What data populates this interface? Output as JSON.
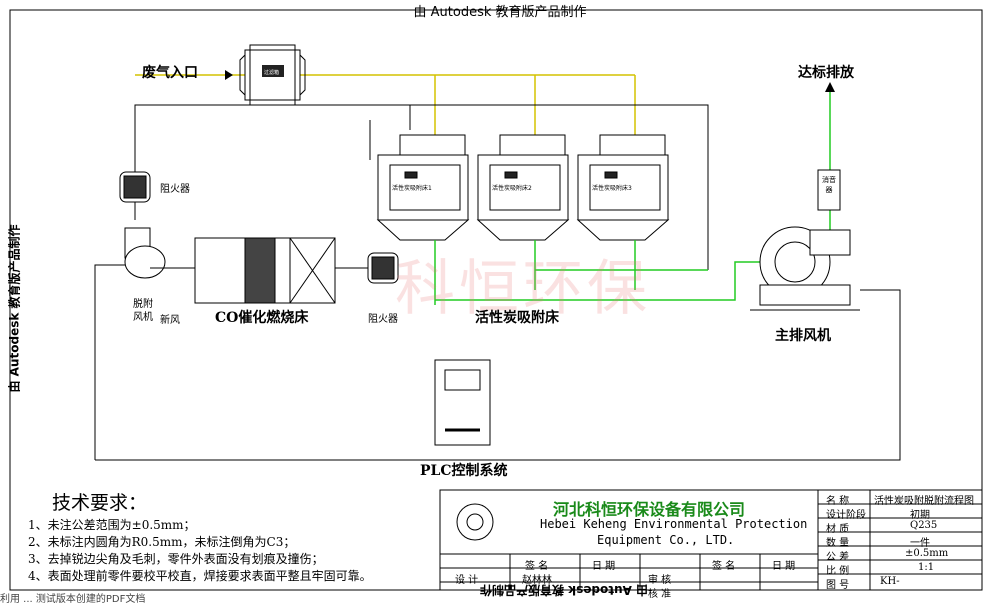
{
  "watermark": "由 Autodesk 教育版产品制作",
  "labels": {
    "inlet": "废气入口",
    "outlet": "达标排放",
    "flame_arrester_1": "阻火器",
    "flame_arrester_2": "阻火器",
    "desorption_fan": "脱附\n风机",
    "fresh_air": "新风",
    "co_bed": "CO催化燃烧床",
    "carbon_bed": "活性炭吸附床",
    "main_fan": "主排风机",
    "plc": "PLC控制系统",
    "filter_box": "过滤箱",
    "silencer": "消音器",
    "bed_1": "活性炭吸附床1",
    "bed_2": "活性炭吸附床2",
    "bed_3": "活性炭吸附床3",
    "bg_logo": "科恒环保"
  },
  "requirements": {
    "title": "技术要求：",
    "items": [
      "1、未注公差范围为±0.5mm；",
      "2、未标注内圆角为R0.5mm，未标注倒角为C3；",
      "3、去掉锐边尖角及毛刺，零件外表面没有划痕及撞伤；",
      "4、表面处理前零件要校平校直，焊接要求表面平整且牢固可靠。"
    ]
  },
  "title_block": {
    "company_cn": "河北科恒环保设备有限公司",
    "company_en_1": "Hebei Keheng Environmental Protection",
    "company_en_2": "Equipment Co., LTD.",
    "rows": [
      {
        "k": "名  称",
        "v": "活性炭吸附脱附流程图"
      },
      {
        "k": "设计阶段",
        "v": "初期"
      },
      {
        "k": "材  质",
        "v": "Q235"
      },
      {
        "k": "数  量",
        "v": "一件"
      },
      {
        "k": "公  差",
        "v": "±0.5mm"
      },
      {
        "k": "比  例",
        "v": "1:1"
      },
      {
        "k": "图  号",
        "v": "KH-"
      }
    ],
    "sign_headers": [
      "签  名",
      "日  期",
      "签  名",
      "日  期"
    ],
    "design_label": "设  计",
    "designer": "赵林林",
    "review_label": "审  核",
    "approve_label": "核  准"
  },
  "footer": "利用 ... 测试版本创建的PDF文档"
}
